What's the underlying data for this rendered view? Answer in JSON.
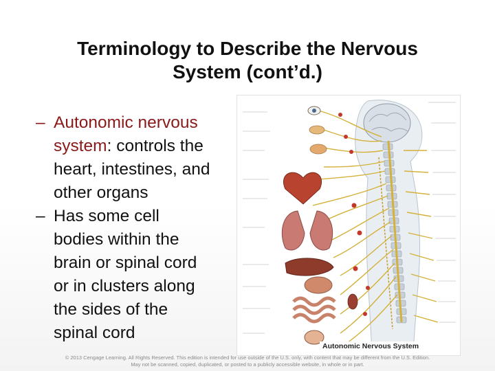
{
  "slide": {
    "title_lines": [
      "Terminology to Describe the Nervous",
      "System (cont’d.)"
    ],
    "bullets": [
      {
        "dash": "–",
        "accent": "Autonomic nervous",
        "line2_accent": "system",
        "line2_rest": ": controls the",
        "rest_lines": [
          "heart, intestines, and",
          "other organs"
        ]
      },
      {
        "dash": "–",
        "lines": [
          "Has some cell",
          "bodies within the",
          "brain or spinal cord",
          "or in clusters along",
          "the sides of the",
          "spinal cord"
        ]
      }
    ],
    "colors": {
      "accent": "#8a1a1a",
      "nerve": "#d4b13a",
      "spine": "#9aa7b3",
      "organ_red": "#b8432f"
    },
    "figure": {
      "caption": "Autonomic Nervous System"
    },
    "footer": {
      "line1": "© 2013 Cengage Learning. All Rights Reserved. This edition is intended for use outside of the U.S. only, with content that may be different from the U.S. Edition.",
      "line2": "May not be scanned, copied, duplicated, or posted to a publicly accessible website, in whole or in part."
    }
  }
}
